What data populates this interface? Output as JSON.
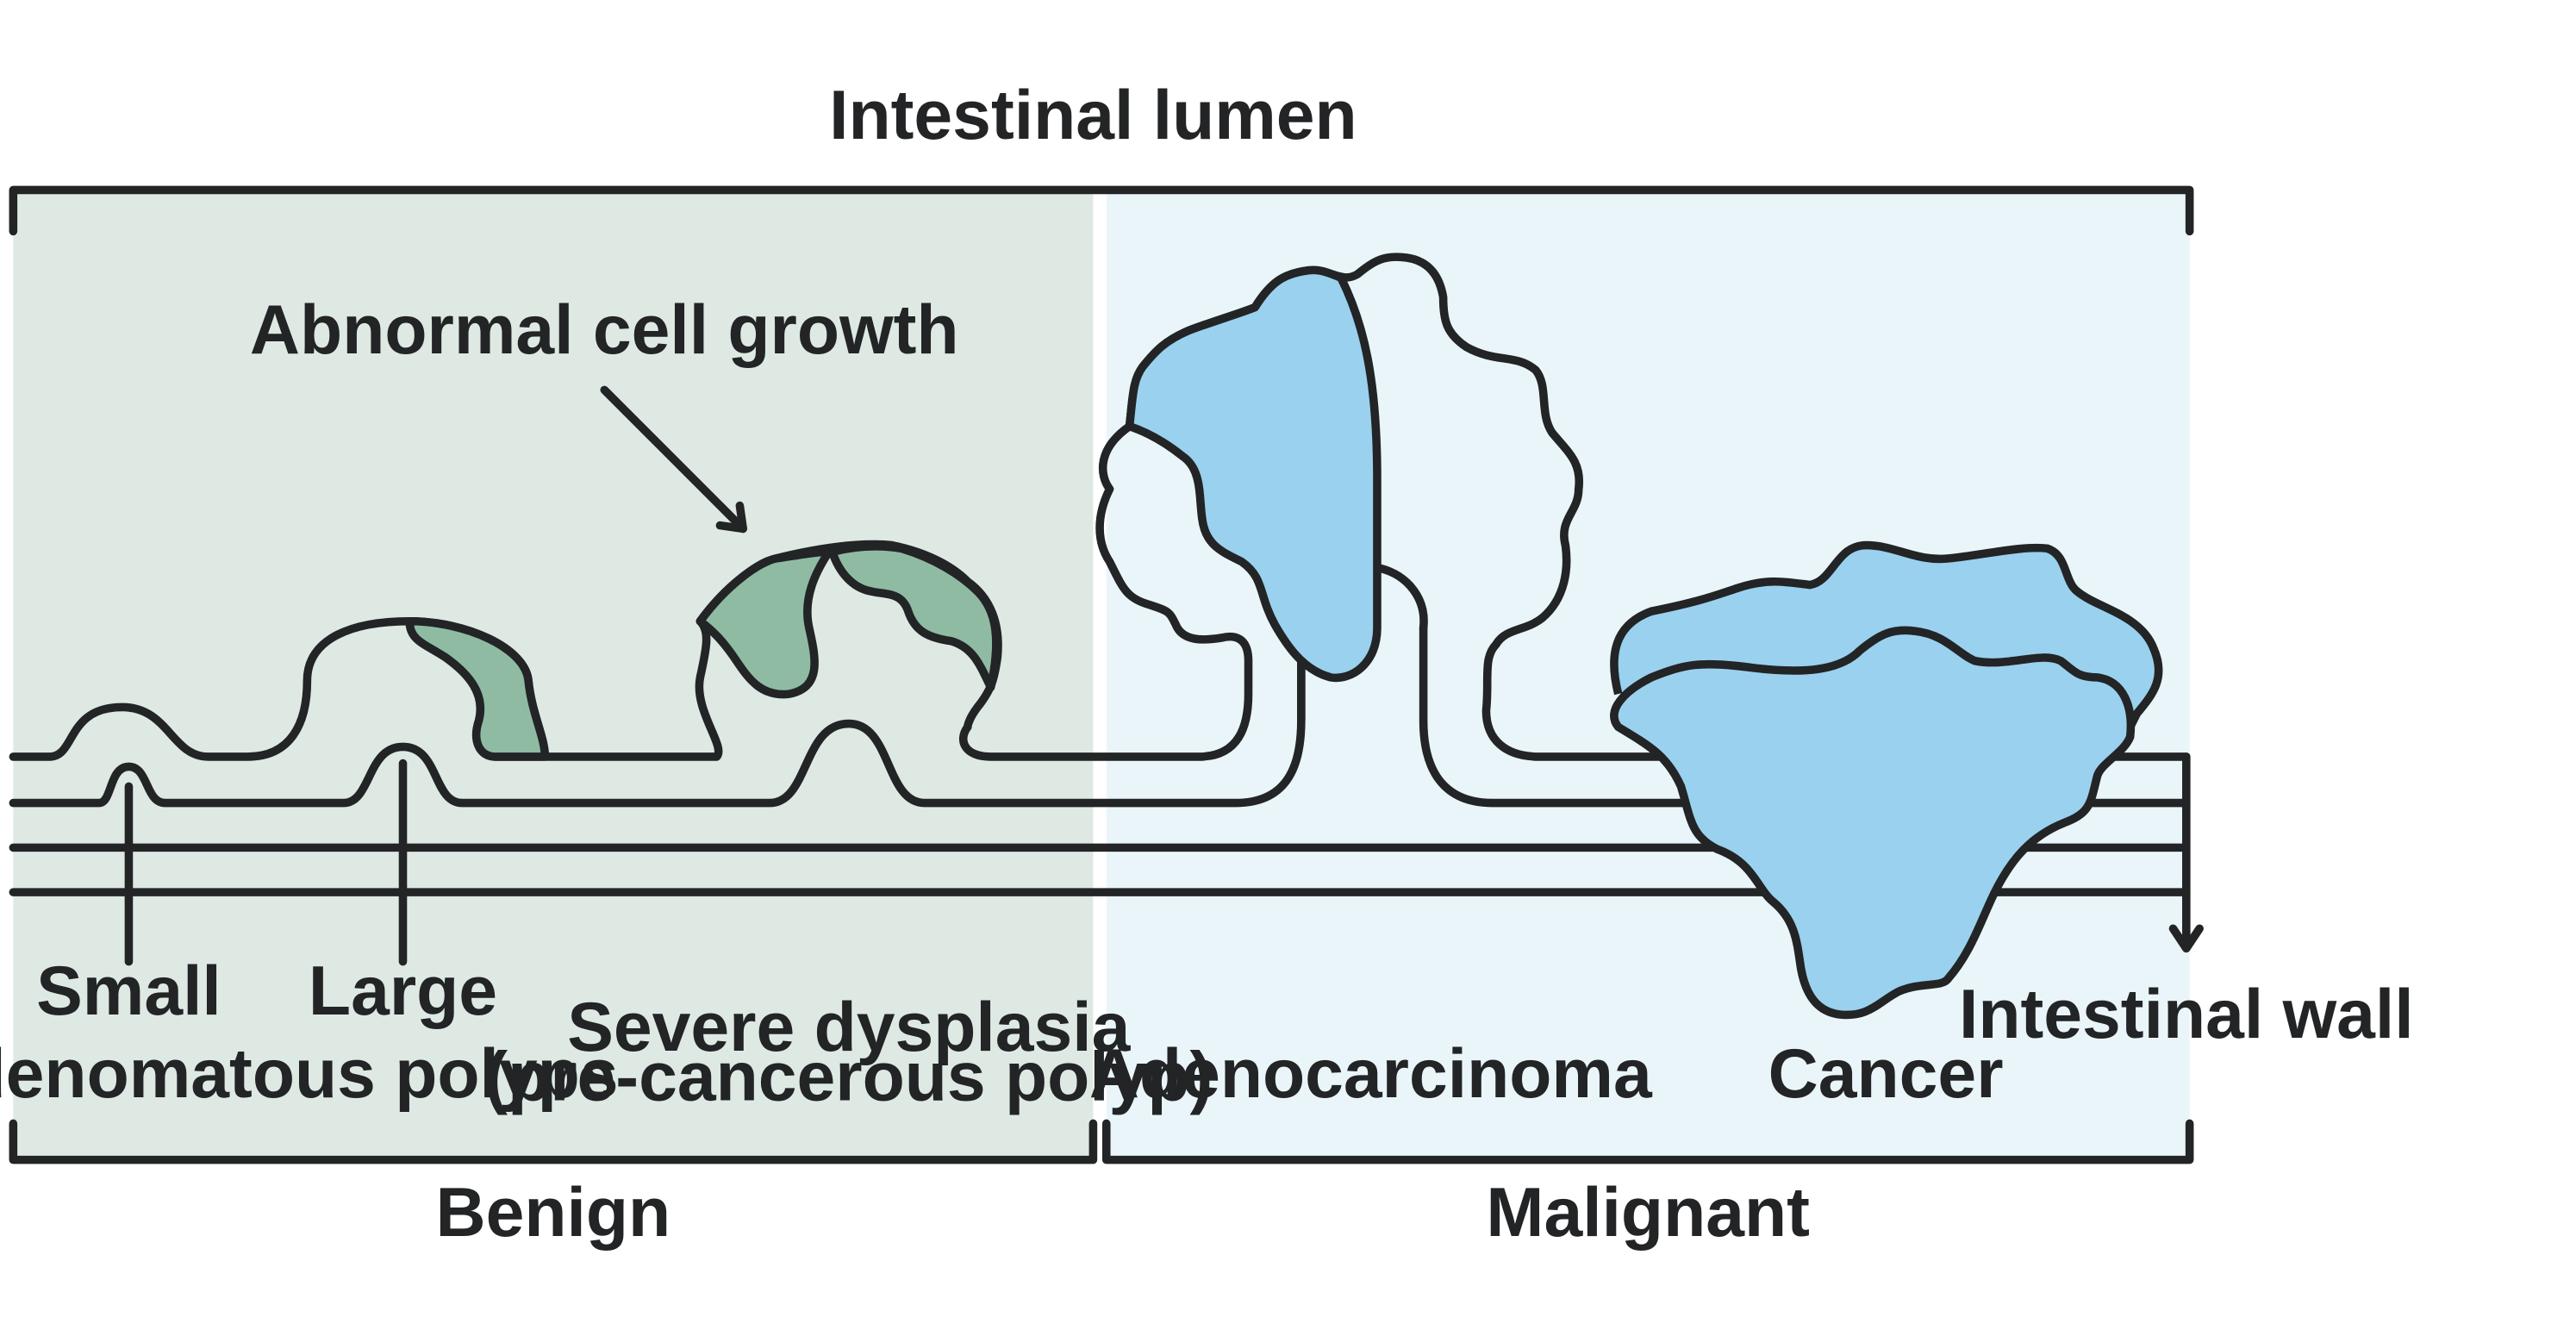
{
  "colors": {
    "benign_bg": "#dee9e3",
    "malignant_bg": "#eaf5fa",
    "dysplasia_fill": "#8fbba3",
    "cancer_fill": "#9ad1ee",
    "ink": "#222426"
  },
  "labels": {
    "top": "Intestinal lumen",
    "abnormal_growth": "Abnormal cell growth",
    "small": "Small",
    "large": "Large",
    "adenomatous_polyps": "Adenomatous polyps",
    "severe_dysplasia_line1": "Severe dysplasia",
    "severe_dysplasia_line2": "(pre-cancerous polyp)",
    "adenocarcinoma": "Adenocarcinoma",
    "cancer": "Cancer",
    "intestinal_wall": "Intestinal wall",
    "benign": "Benign",
    "malignant": "Malignant"
  }
}
